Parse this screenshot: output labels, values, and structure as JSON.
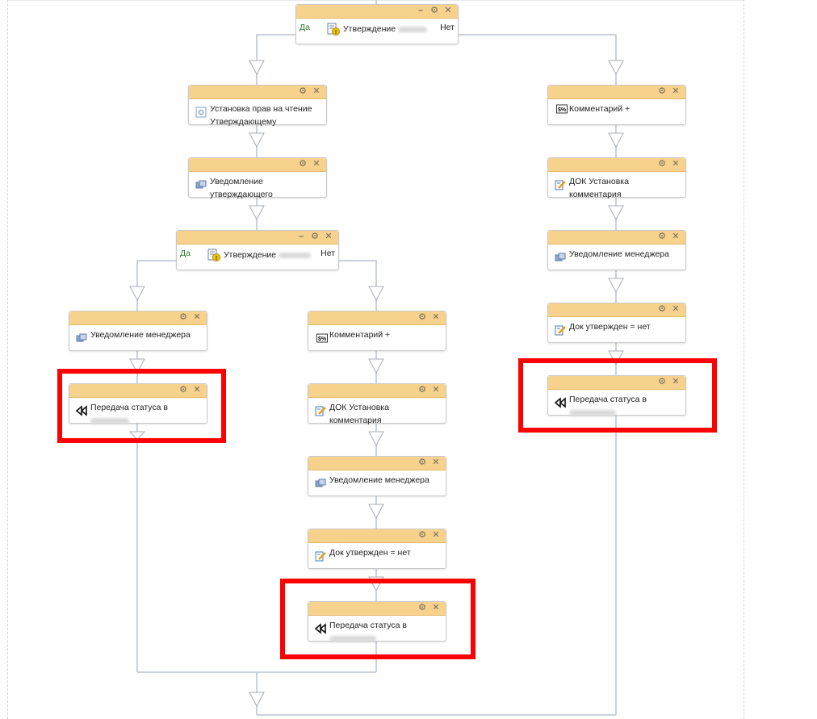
{
  "workflow": {
    "decision_top": {
      "yes": "Да",
      "label": "Утверждение",
      "no": "Нет"
    },
    "decision_inner": {
      "yes": "Да",
      "label": "Утверждение",
      "no": "Нет"
    },
    "nodes": {
      "set_rights": {
        "line1": "Установка прав на чтение",
        "line2": "Утверждающему"
      },
      "notify_approver": {
        "line1": "Уведомление",
        "line2": "утверждающего"
      },
      "notify_manager_left": {
        "line1": "Уведомление менеджера"
      },
      "transfer_left": {
        "line1": "Передача статуса в"
      },
      "comment_mid": {
        "line1": "Комментарий +"
      },
      "doc_comment_mid": {
        "line1": "ДОК Установка",
        "line2": "комментария"
      },
      "notify_manager_mid": {
        "line1": "Уведомление менеджера"
      },
      "doc_approved_mid": {
        "line1": "Док утвержден = нет"
      },
      "transfer_mid": {
        "line1": "Передача статуса в"
      },
      "comment_right": {
        "line1": "Комментарий +"
      },
      "doc_comment_right": {
        "line1": "ДОК Установка",
        "line2": "комментария"
      },
      "notify_manager_right": {
        "line1": "Уведомление менеджера"
      },
      "doc_approved_right": {
        "line1": "Док утвержден = нет"
      },
      "transfer_right": {
        "line1": "Передача статуса в"
      }
    },
    "colors": {
      "header": "#f6d28c",
      "connector": "#b9c2d0",
      "highlight": "#ff0000",
      "yes": "#2c7a2c"
    },
    "icons": {
      "decision": "approval-warning-icon",
      "rights": "permission-icon",
      "notify": "message-icon",
      "comment": "script-icon",
      "doc_edit": "edit-document-icon",
      "transfer": "rewind-icon",
      "gear": "gear-icon",
      "close": "close-icon",
      "minimize": "minimize-icon"
    }
  }
}
